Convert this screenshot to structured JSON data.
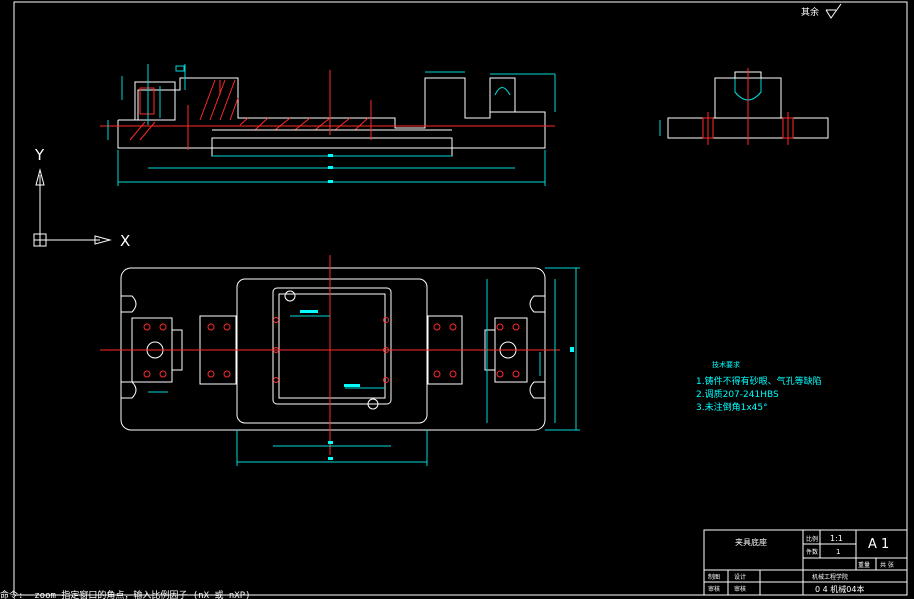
{
  "drawing": {
    "top_right_note": "其余",
    "axes": {
      "y": "Y",
      "x": "X"
    },
    "technical_requirements": {
      "heading": "技术要求",
      "items": [
        "1.铸件不得有砂眼、气孔等缺陷",
        "2.调质207-241HBS",
        "3.未注倒角1x45°"
      ]
    },
    "title_block": {
      "name": "夹具底座",
      "scale_label": "比例",
      "scale": "1:1",
      "qty_label": "件数",
      "qty": "1",
      "sheet_size": "A 1",
      "drawn_label": "制图",
      "checked_label": "审核",
      "weight_label": "重量",
      "sheet_label": "共 张",
      "school": "机械工程学院",
      "drawn_by": "设计",
      "checked_by": "审核",
      "drawing_no": "0 4 机械04本"
    }
  },
  "command_line": "命令: _zoom 指定窗口的角点，输入比例因子 (nX 或 nXP)"
}
